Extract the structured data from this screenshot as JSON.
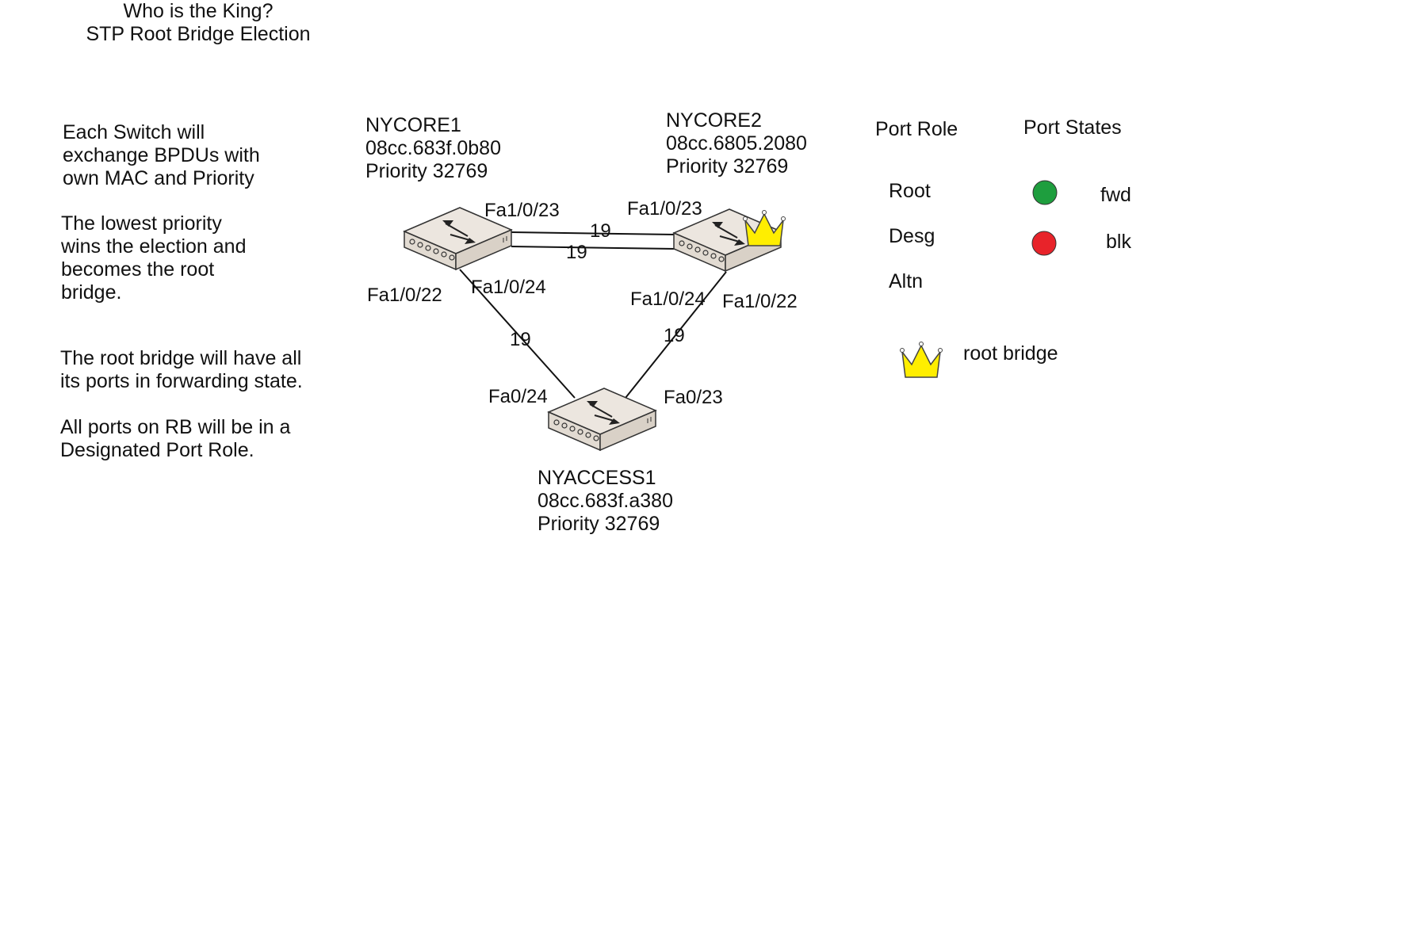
{
  "title": {
    "line1": "Who is the King?",
    "line2": "STP Root Bridge Election"
  },
  "notes": {
    "p1": [
      "Each Switch will",
      "exchange BPDUs with",
      "own MAC and Priority"
    ],
    "p2": [
      "The lowest priority",
      "wins the election and",
      "becomes the root",
      "bridge."
    ],
    "p3": [
      "The root bridge will have all",
      "its ports in forwarding state."
    ],
    "p4": [
      "All ports on RB will be in a",
      "Designated Port Role."
    ]
  },
  "switches": {
    "nycore1": {
      "name": "NYCORE1",
      "mac": "08cc.683f.0b80",
      "priority": "Priority 32769"
    },
    "nycore2": {
      "name": "NYCORE2",
      "mac": "08cc.6805.2080",
      "priority": "Priority 32769"
    },
    "nyaccess1": {
      "name": "NYACCESS1",
      "mac": "08cc.683f.a380",
      "priority": "Priority 32769"
    }
  },
  "ports": {
    "core1_fa23": "Fa1/0/23",
    "core1_fa24": "Fa1/0/24",
    "core1_fa22": "Fa1/0/22",
    "core2_fa23": "Fa1/0/23",
    "core2_fa24": "Fa1/0/24",
    "core2_fa22": "Fa1/0/22",
    "access_fa24": "Fa0/24",
    "access_fa23": "Fa0/23"
  },
  "costs": {
    "top_upper": "19",
    "top_lower": "19",
    "left": "19",
    "right": "19"
  },
  "legend": {
    "port_role_header": "Port Role",
    "port_states_header": "Port States",
    "roles": [
      "Root",
      "Desg",
      "Altn"
    ],
    "states": [
      {
        "label": "fwd",
        "color": "#1e9e3e"
      },
      {
        "label": "blk",
        "color": "#e8232a"
      }
    ],
    "root_bridge_label": "root bridge",
    "crown_color": "#ffee00"
  }
}
